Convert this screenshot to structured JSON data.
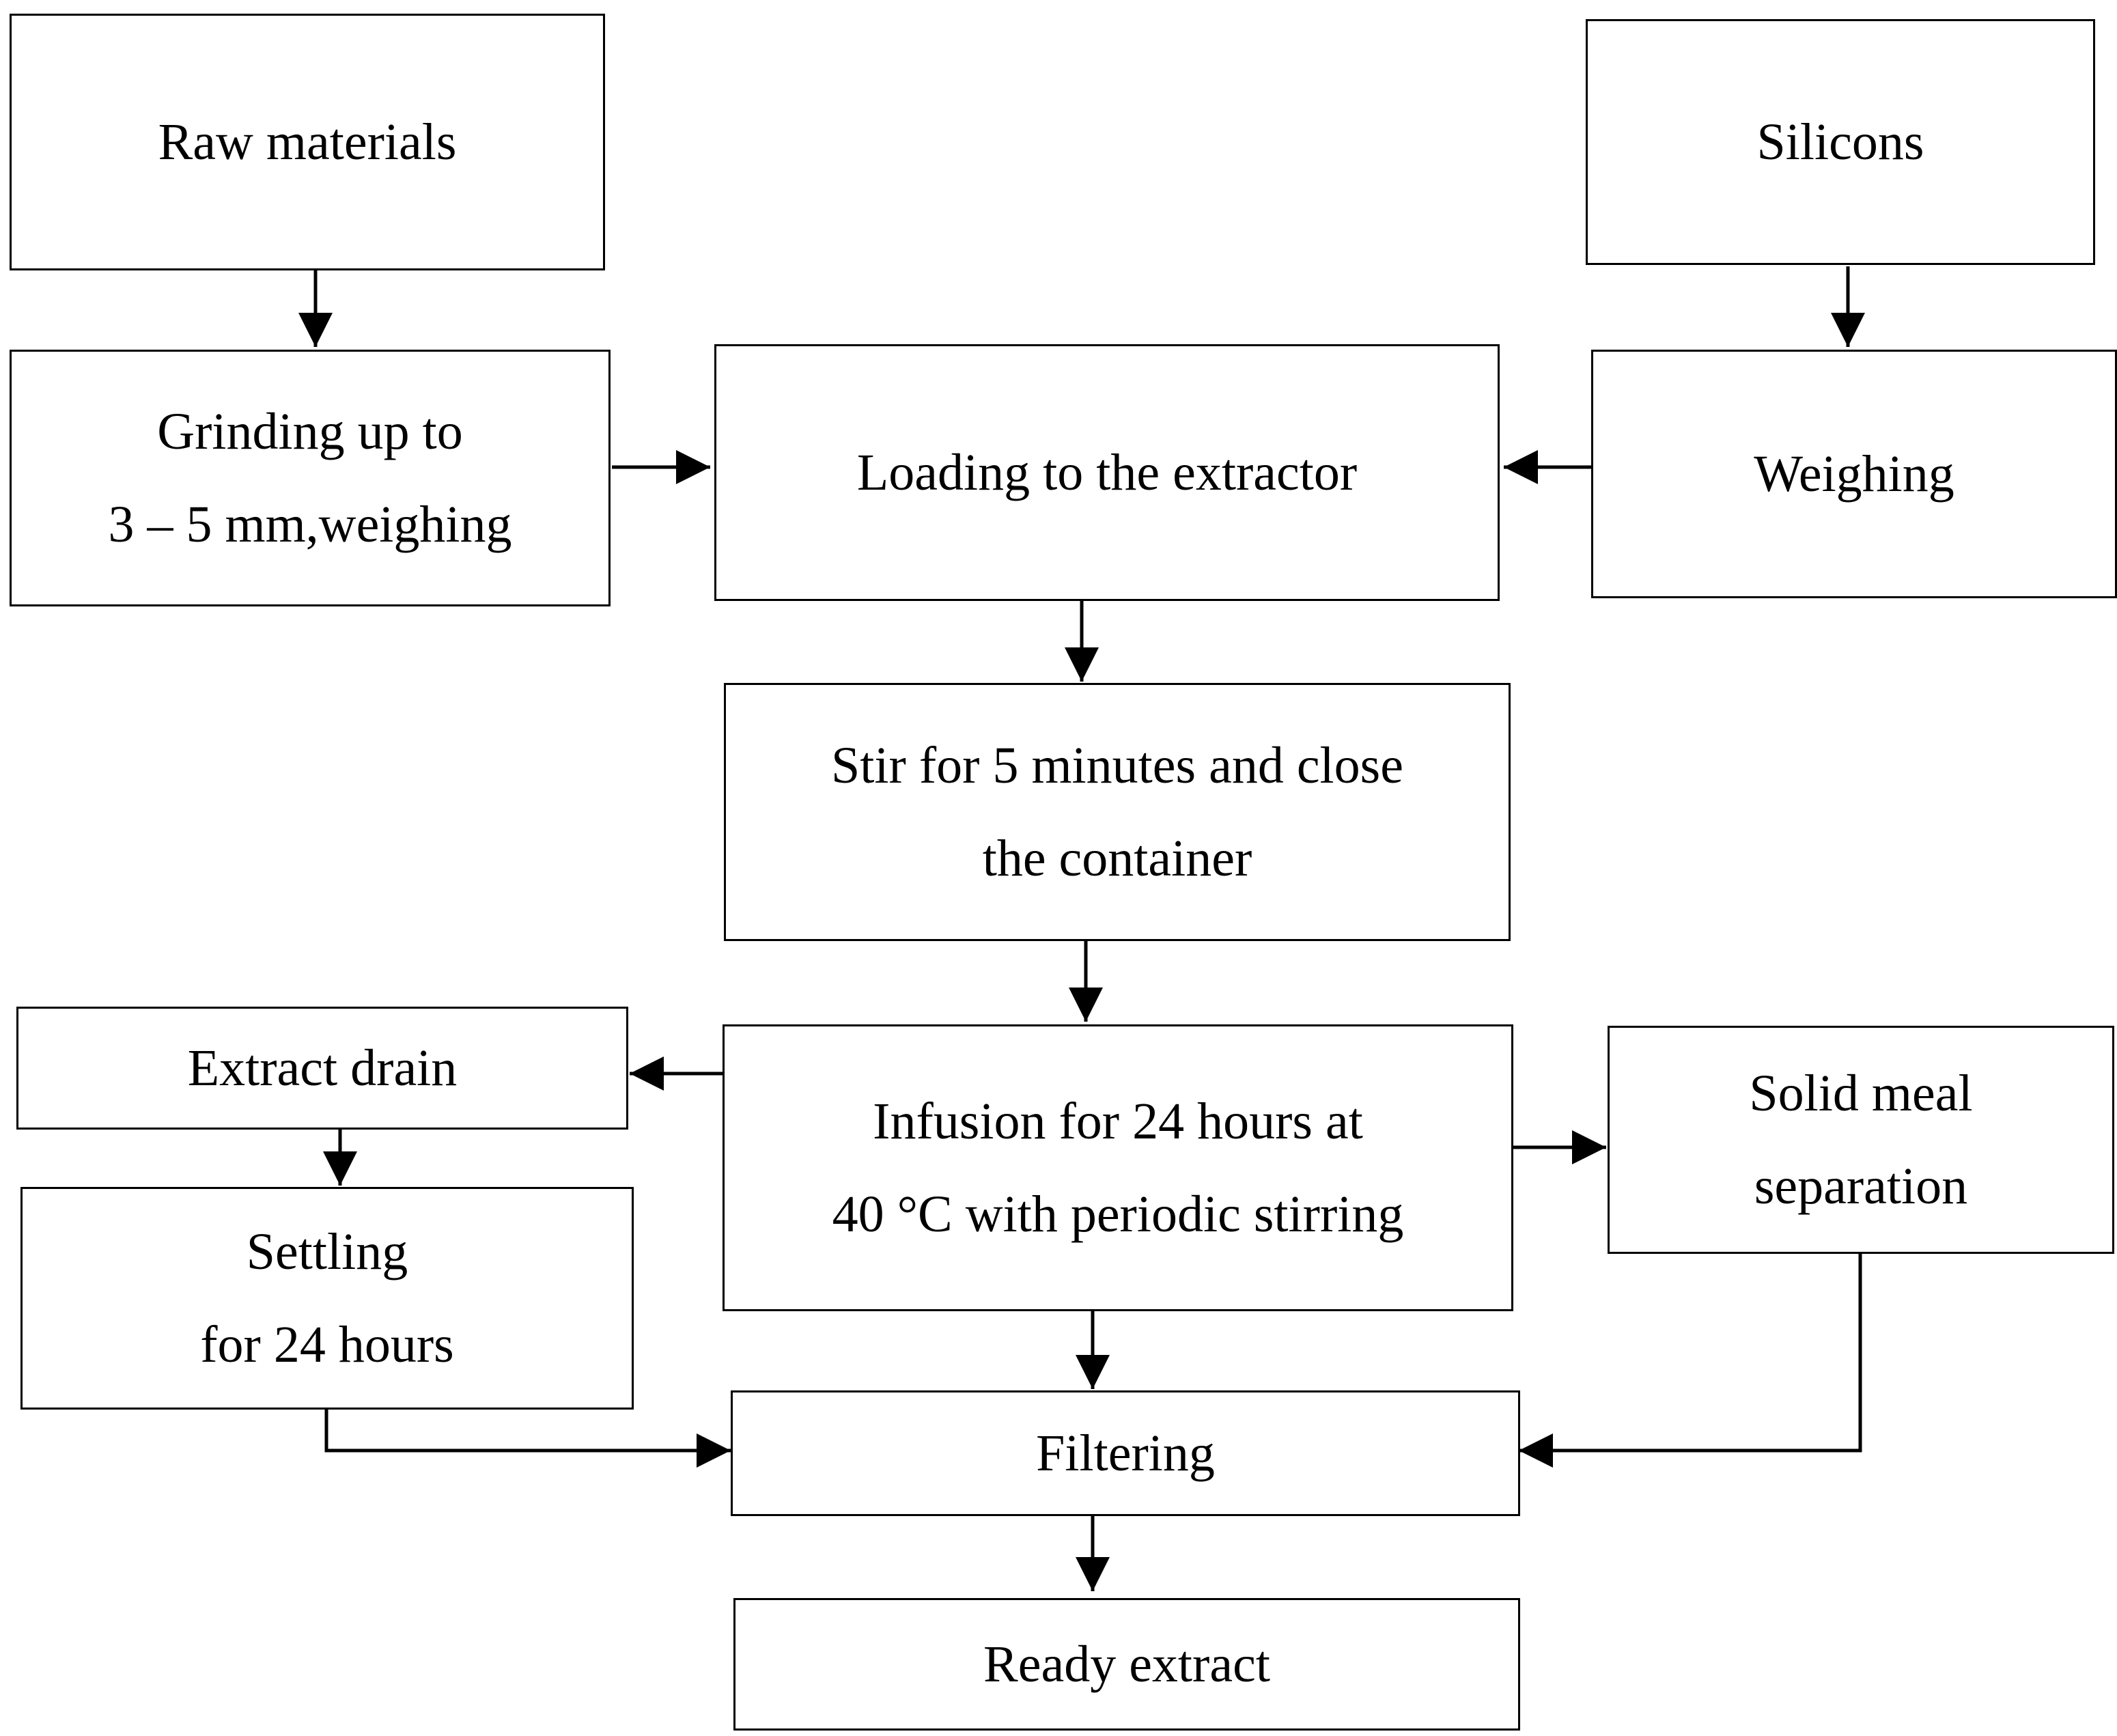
{
  "diagram": {
    "nodes": [
      {
        "id": "raw-materials",
        "lines": [
          "Raw materials"
        ]
      },
      {
        "id": "silicons",
        "lines": [
          "Silicons"
        ]
      },
      {
        "id": "grinding",
        "lines": [
          "Grinding up to",
          "3 – 5 mm,weighing"
        ]
      },
      {
        "id": "loading",
        "lines": [
          "Loading to the extractor"
        ]
      },
      {
        "id": "weighing",
        "lines": [
          "Weighing"
        ]
      },
      {
        "id": "stir",
        "lines": [
          "Stir for 5 minutes and close",
          "the container"
        ]
      },
      {
        "id": "extract-drain",
        "lines": [
          "Extract drain"
        ]
      },
      {
        "id": "infusion",
        "lines": [
          "Infusion for 24 hours at",
          "40 °C with periodic stirring"
        ]
      },
      {
        "id": "solid-meal",
        "lines": [
          "Solid meal",
          "separation"
        ]
      },
      {
        "id": "settling",
        "lines": [
          "Settling",
          "for 24 hours"
        ]
      },
      {
        "id": "filtering",
        "lines": [
          "Filtering"
        ]
      },
      {
        "id": "ready-extract",
        "lines": [
          "Ready extract"
        ]
      }
    ],
    "edges": [
      {
        "from": "raw-materials",
        "to": "grinding"
      },
      {
        "from": "silicons",
        "to": "weighing"
      },
      {
        "from": "grinding",
        "to": "loading"
      },
      {
        "from": "weighing",
        "to": "loading"
      },
      {
        "from": "loading",
        "to": "stir"
      },
      {
        "from": "stir",
        "to": "infusion"
      },
      {
        "from": "infusion",
        "to": "extract-drain"
      },
      {
        "from": "infusion",
        "to": "solid-meal"
      },
      {
        "from": "extract-drain",
        "to": "settling"
      },
      {
        "from": "infusion",
        "to": "filtering"
      },
      {
        "from": "settling",
        "to": "filtering"
      },
      {
        "from": "solid-meal",
        "to": "filtering"
      },
      {
        "from": "filtering",
        "to": "ready-extract"
      }
    ]
  }
}
